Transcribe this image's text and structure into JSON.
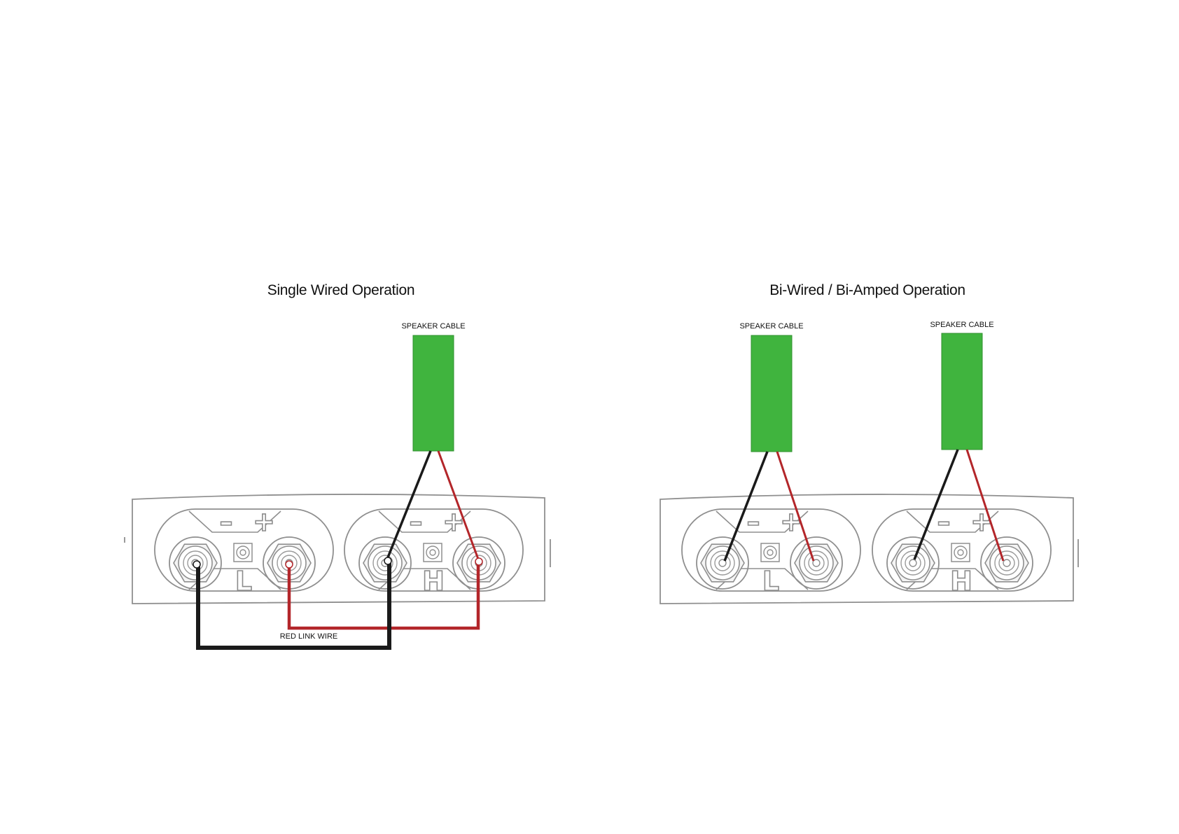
{
  "left_panel": {
    "title": "Single Wired Operation",
    "cable_label": "SPEAKER CABLE",
    "link_label": "RED LINK WIRE",
    "terminals": [
      {
        "label": "L",
        "minus": "–",
        "plus": "+"
      },
      {
        "label": "H",
        "minus": "–",
        "plus": "+"
      }
    ]
  },
  "right_panel": {
    "title": "Bi-Wired / Bi-Amped Operation",
    "cable_labels": [
      "SPEAKER CABLE",
      "SPEAKER CABLE"
    ],
    "terminals": [
      {
        "label": "L",
        "minus": "–",
        "plus": "+"
      },
      {
        "label": "H",
        "minus": "–",
        "plus": "+"
      }
    ]
  },
  "colors": {
    "cable": "#40b43e",
    "positive_wire": "#b3262a",
    "negative_wire": "#1a1a1a",
    "outline": "#8f8f8f"
  }
}
